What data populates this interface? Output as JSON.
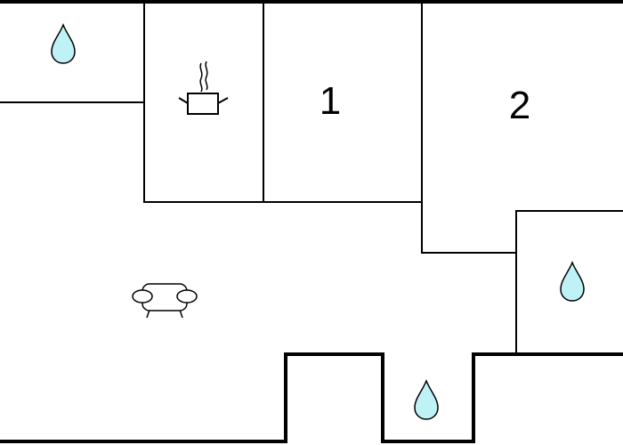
{
  "floorplan": {
    "rooms": [
      {
        "id": "bathroom-1",
        "type": "bathroom",
        "icon": "water-drop-icon"
      },
      {
        "id": "kitchen",
        "type": "kitchen",
        "icon": "cooking-pot-icon"
      },
      {
        "id": "bedroom-1",
        "type": "bedroom",
        "label": "1"
      },
      {
        "id": "bedroom-2",
        "type": "bedroom",
        "label": "2"
      },
      {
        "id": "bathroom-2",
        "type": "bathroom",
        "icon": "water-drop-icon"
      },
      {
        "id": "living-room",
        "type": "living-room",
        "icon": "sofa-icon"
      },
      {
        "id": "bathroom-3",
        "type": "bathroom",
        "icon": "water-drop-icon"
      }
    ],
    "colors": {
      "wall": "#000000",
      "background": "#ffffff",
      "water": "#bff2f7"
    }
  }
}
